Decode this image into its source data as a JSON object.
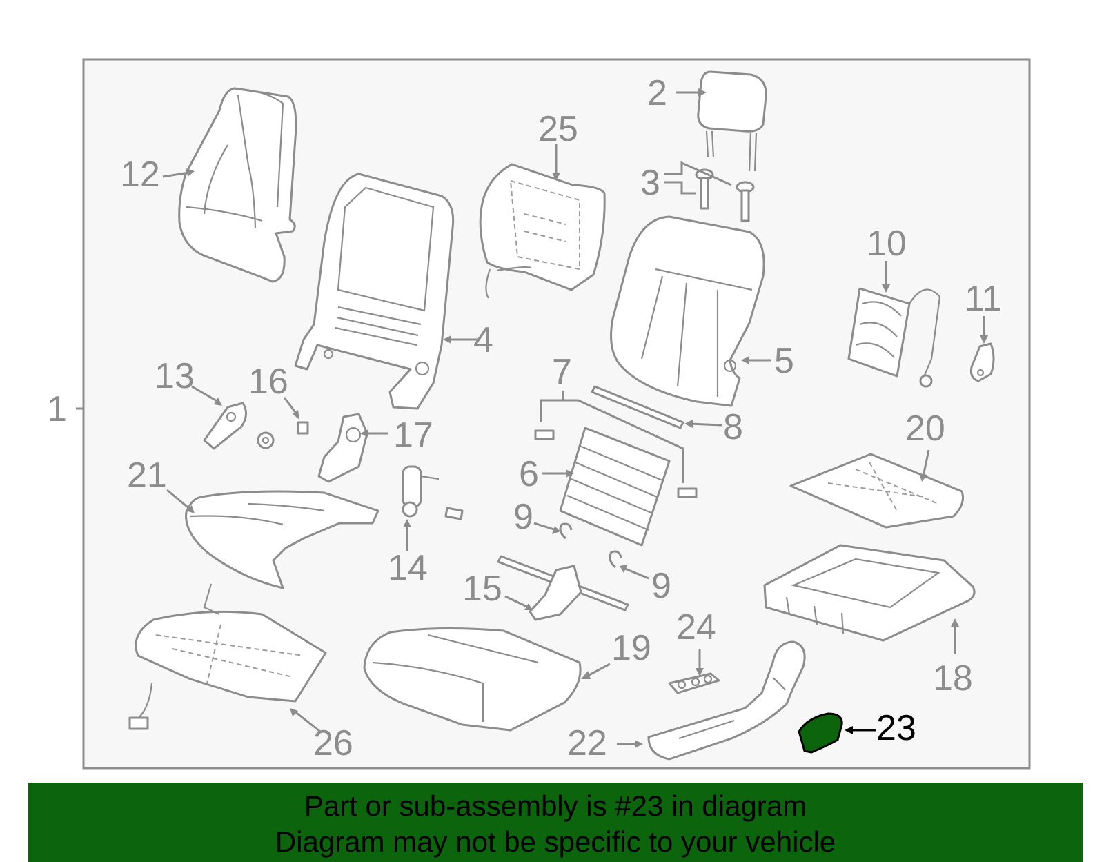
{
  "diagram": {
    "highlight_color": "#0c640c",
    "highlighted_part": "23",
    "callouts": [
      {
        "id": "1",
        "label": "1"
      },
      {
        "id": "2",
        "label": "2"
      },
      {
        "id": "3",
        "label": "3"
      },
      {
        "id": "4",
        "label": "4"
      },
      {
        "id": "5",
        "label": "5"
      },
      {
        "id": "6",
        "label": "6"
      },
      {
        "id": "7",
        "label": "7"
      },
      {
        "id": "8",
        "label": "8"
      },
      {
        "id": "9a",
        "label": "9"
      },
      {
        "id": "9b",
        "label": "9"
      },
      {
        "id": "10",
        "label": "10"
      },
      {
        "id": "11",
        "label": "11"
      },
      {
        "id": "12",
        "label": "12"
      },
      {
        "id": "13",
        "label": "13"
      },
      {
        "id": "14",
        "label": "14"
      },
      {
        "id": "15",
        "label": "15"
      },
      {
        "id": "16",
        "label": "16"
      },
      {
        "id": "17",
        "label": "17"
      },
      {
        "id": "18",
        "label": "18"
      },
      {
        "id": "19",
        "label": "19"
      },
      {
        "id": "20",
        "label": "20"
      },
      {
        "id": "21",
        "label": "21"
      },
      {
        "id": "22",
        "label": "22"
      },
      {
        "id": "23",
        "label": "23"
      },
      {
        "id": "24",
        "label": "24"
      },
      {
        "id": "25",
        "label": "25"
      },
      {
        "id": "26",
        "label": "26"
      }
    ]
  },
  "banner": {
    "line1": "Part or sub-assembly is #23 in diagram",
    "line2": "Diagram may not be specific to your vehicle",
    "background": "#0c640c"
  }
}
